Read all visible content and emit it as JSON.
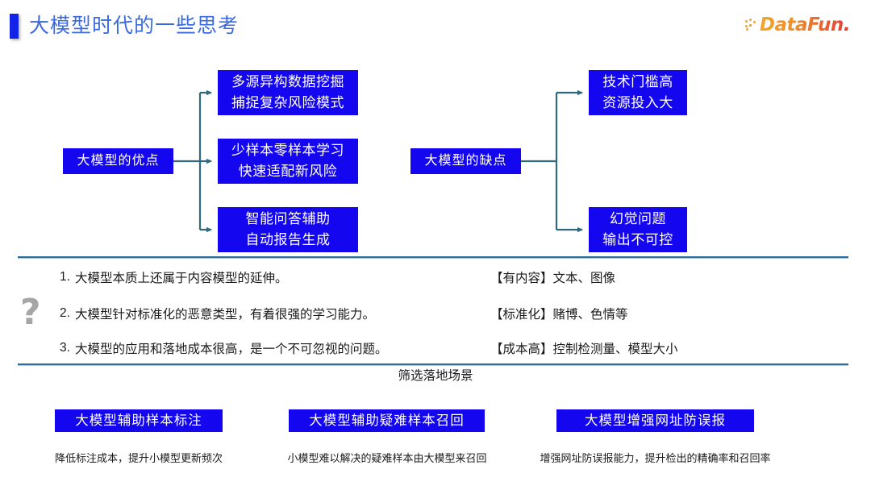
{
  "header": {
    "title": "大模型时代的一些思考",
    "accent_color": "#1423e8",
    "title_color": "#3a6ae0",
    "logo": {
      "name": "datafun-logo",
      "text": "DataFun.",
      "color_start": "#f2a72c",
      "color_end": "#e03a36"
    }
  },
  "diagram": {
    "node_color": "#1407f0",
    "connector_color": "#31697c",
    "left": {
      "root": {
        "label": "大模型的优点"
      },
      "children": [
        {
          "line1": "多源异构数据挖掘",
          "line2": "捕捉复杂风险模式"
        },
        {
          "line1": "少样本零样本学习",
          "line2": "快速适配新风险"
        },
        {
          "line1": "智能问答辅助",
          "line2": "自动报告生成"
        }
      ]
    },
    "right": {
      "root": {
        "label": "大模型的缺点"
      },
      "children": [
        {
          "line1": "技术门槛高",
          "line2": "资源投入大"
        },
        {
          "line1": "幻觉问题",
          "line2": "输出不可控"
        }
      ]
    }
  },
  "insights": {
    "icon": "question-mark-icon",
    "items": [
      {
        "num": "1.",
        "text": "大模型本质上还属于内容模型的延伸。",
        "tag": "【有内容】文本、图像"
      },
      {
        "num": "2.",
        "text": "大模型针对标准化的恶意类型，有着很强的学习能力。",
        "tag": "【标准化】赌博、色情等"
      },
      {
        "num": "3.",
        "text": "大模型的应用和落地成本很高，是一个不可忽视的问题。",
        "tag": "【成本高】控制检测量、模型大小"
      }
    ]
  },
  "scenarios": {
    "section_label": "筛选落地场景",
    "items": [
      {
        "chip": "大模型辅助样本标注",
        "caption": "降低标注成本，提升小模型更新频次"
      },
      {
        "chip": "大模型辅助疑难样本召回",
        "caption": "小模型难以解决的疑难样本由大模型来召回"
      },
      {
        "chip": "大模型增强网址防误报",
        "caption": "增强网址防误报能力，提升检出的精确率和召回率"
      }
    ]
  },
  "rules": {
    "color": "#2f6e9b"
  }
}
